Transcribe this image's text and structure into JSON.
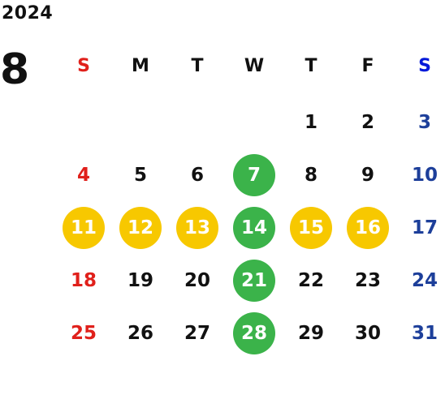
{
  "year": "2024",
  "month": "8",
  "weekdays": [
    "S",
    "M",
    "T",
    "W",
    "T",
    "F",
    "S"
  ],
  "weeks": [
    [
      null,
      null,
      null,
      null,
      {
        "d": "1"
      },
      {
        "d": "2"
      },
      {
        "d": "3"
      }
    ],
    [
      {
        "d": "4"
      },
      {
        "d": "5"
      },
      {
        "d": "6"
      },
      {
        "d": "7",
        "mark": "green"
      },
      {
        "d": "8"
      },
      {
        "d": "9"
      },
      {
        "d": "10"
      }
    ],
    [
      {
        "d": "11",
        "mark": "yellow"
      },
      {
        "d": "12",
        "mark": "yellow"
      },
      {
        "d": "13",
        "mark": "yellow"
      },
      {
        "d": "14",
        "mark": "green"
      },
      {
        "d": "15",
        "mark": "yellow"
      },
      {
        "d": "16",
        "mark": "yellow"
      },
      {
        "d": "17"
      }
    ],
    [
      {
        "d": "18"
      },
      {
        "d": "19"
      },
      {
        "d": "20"
      },
      {
        "d": "21",
        "mark": "green"
      },
      {
        "d": "22"
      },
      {
        "d": "23"
      },
      {
        "d": "24"
      }
    ],
    [
      {
        "d": "25"
      },
      {
        "d": "26"
      },
      {
        "d": "27"
      },
      {
        "d": "28",
        "mark": "green"
      },
      {
        "d": "29"
      },
      {
        "d": "30"
      },
      {
        "d": "31"
      }
    ]
  ],
  "colors": {
    "sunday": "#e0201b",
    "saturday": "#1d3f9a",
    "saturday_header": "#0018d9",
    "green_mark": "#3bb34a",
    "yellow_mark": "#f7c800"
  }
}
